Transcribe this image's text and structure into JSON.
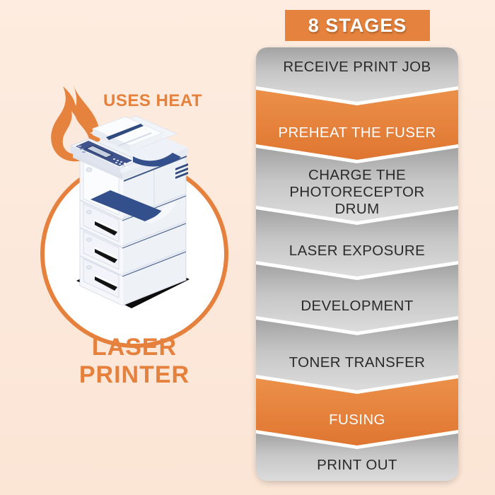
{
  "title": "Laser printer 8 stages infographic",
  "colors": {
    "accent_orange": "#e5813c",
    "background_peach": "#fce9dc",
    "stage_gray_top": "#a3a3a3",
    "stage_gray_bottom": "#dcdcdc",
    "stage_text_dark": "#2a2a2a",
    "stage_text_light": "#ffffff",
    "printer_navy": "#33508c",
    "printer_white": "#f5f7fa"
  },
  "left_panel": {
    "flame_icon": "flame-icon",
    "heat_label": "USES HEAT",
    "printer_illustration": "isometric-multifunction-laser-printer",
    "device_title_line1": "LASER",
    "device_title_line2": "PRINTER"
  },
  "stages": {
    "header": "8 STAGES",
    "items": [
      {
        "label": "RECEIVE PRINT JOB",
        "highlighted": false
      },
      {
        "label": "PREHEAT THE FUSER",
        "highlighted": true
      },
      {
        "label": "CHARGE THE PHOTORECEPTOR DRUM",
        "highlighted": false
      },
      {
        "label": "LASER EXPOSURE",
        "highlighted": false
      },
      {
        "label": "DEVELOPMENT",
        "highlighted": false
      },
      {
        "label": "TONER TRANSFER",
        "highlighted": false
      },
      {
        "label": "FUSING",
        "highlighted": true
      },
      {
        "label": "PRINT OUT",
        "highlighted": false
      }
    ]
  }
}
